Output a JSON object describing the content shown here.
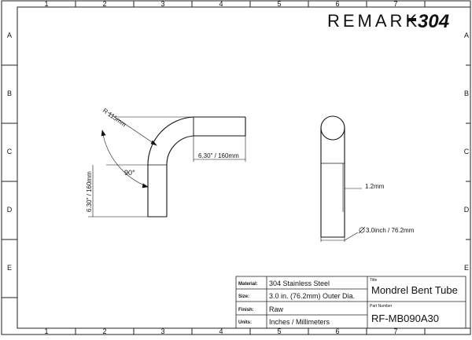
{
  "brand": {
    "text": "REMARK",
    "number": "304"
  },
  "grid": {
    "columns": [
      "1",
      "2",
      "3",
      "4",
      "5",
      "6",
      "7"
    ],
    "rows": [
      "A",
      "B",
      "C",
      "D",
      "E"
    ]
  },
  "side_view": {
    "radius_label": "R 115mm",
    "angle_label": "90°",
    "horizontal_length": "6.30\" / 160mm",
    "vertical_length": "6.30\" / 160mm"
  },
  "end_view": {
    "wall_label": "1.2mm",
    "diameter_label": "3.0inch / 76.2mm"
  },
  "title_block": {
    "rows": [
      {
        "label": "Material:",
        "value": "304 Stainless Steel"
      },
      {
        "label": "Size:",
        "value": "3.0 in. (76.2mm) Outer Dia."
      },
      {
        "label": "Finish:",
        "value": "Raw"
      },
      {
        "label": "Units:",
        "value": "Inches / Millimeters"
      }
    ],
    "title_caption": "Title",
    "title": "Mondrel Bent Tube",
    "part_caption": "Part Number",
    "part_number": "RF-MB090A30"
  }
}
